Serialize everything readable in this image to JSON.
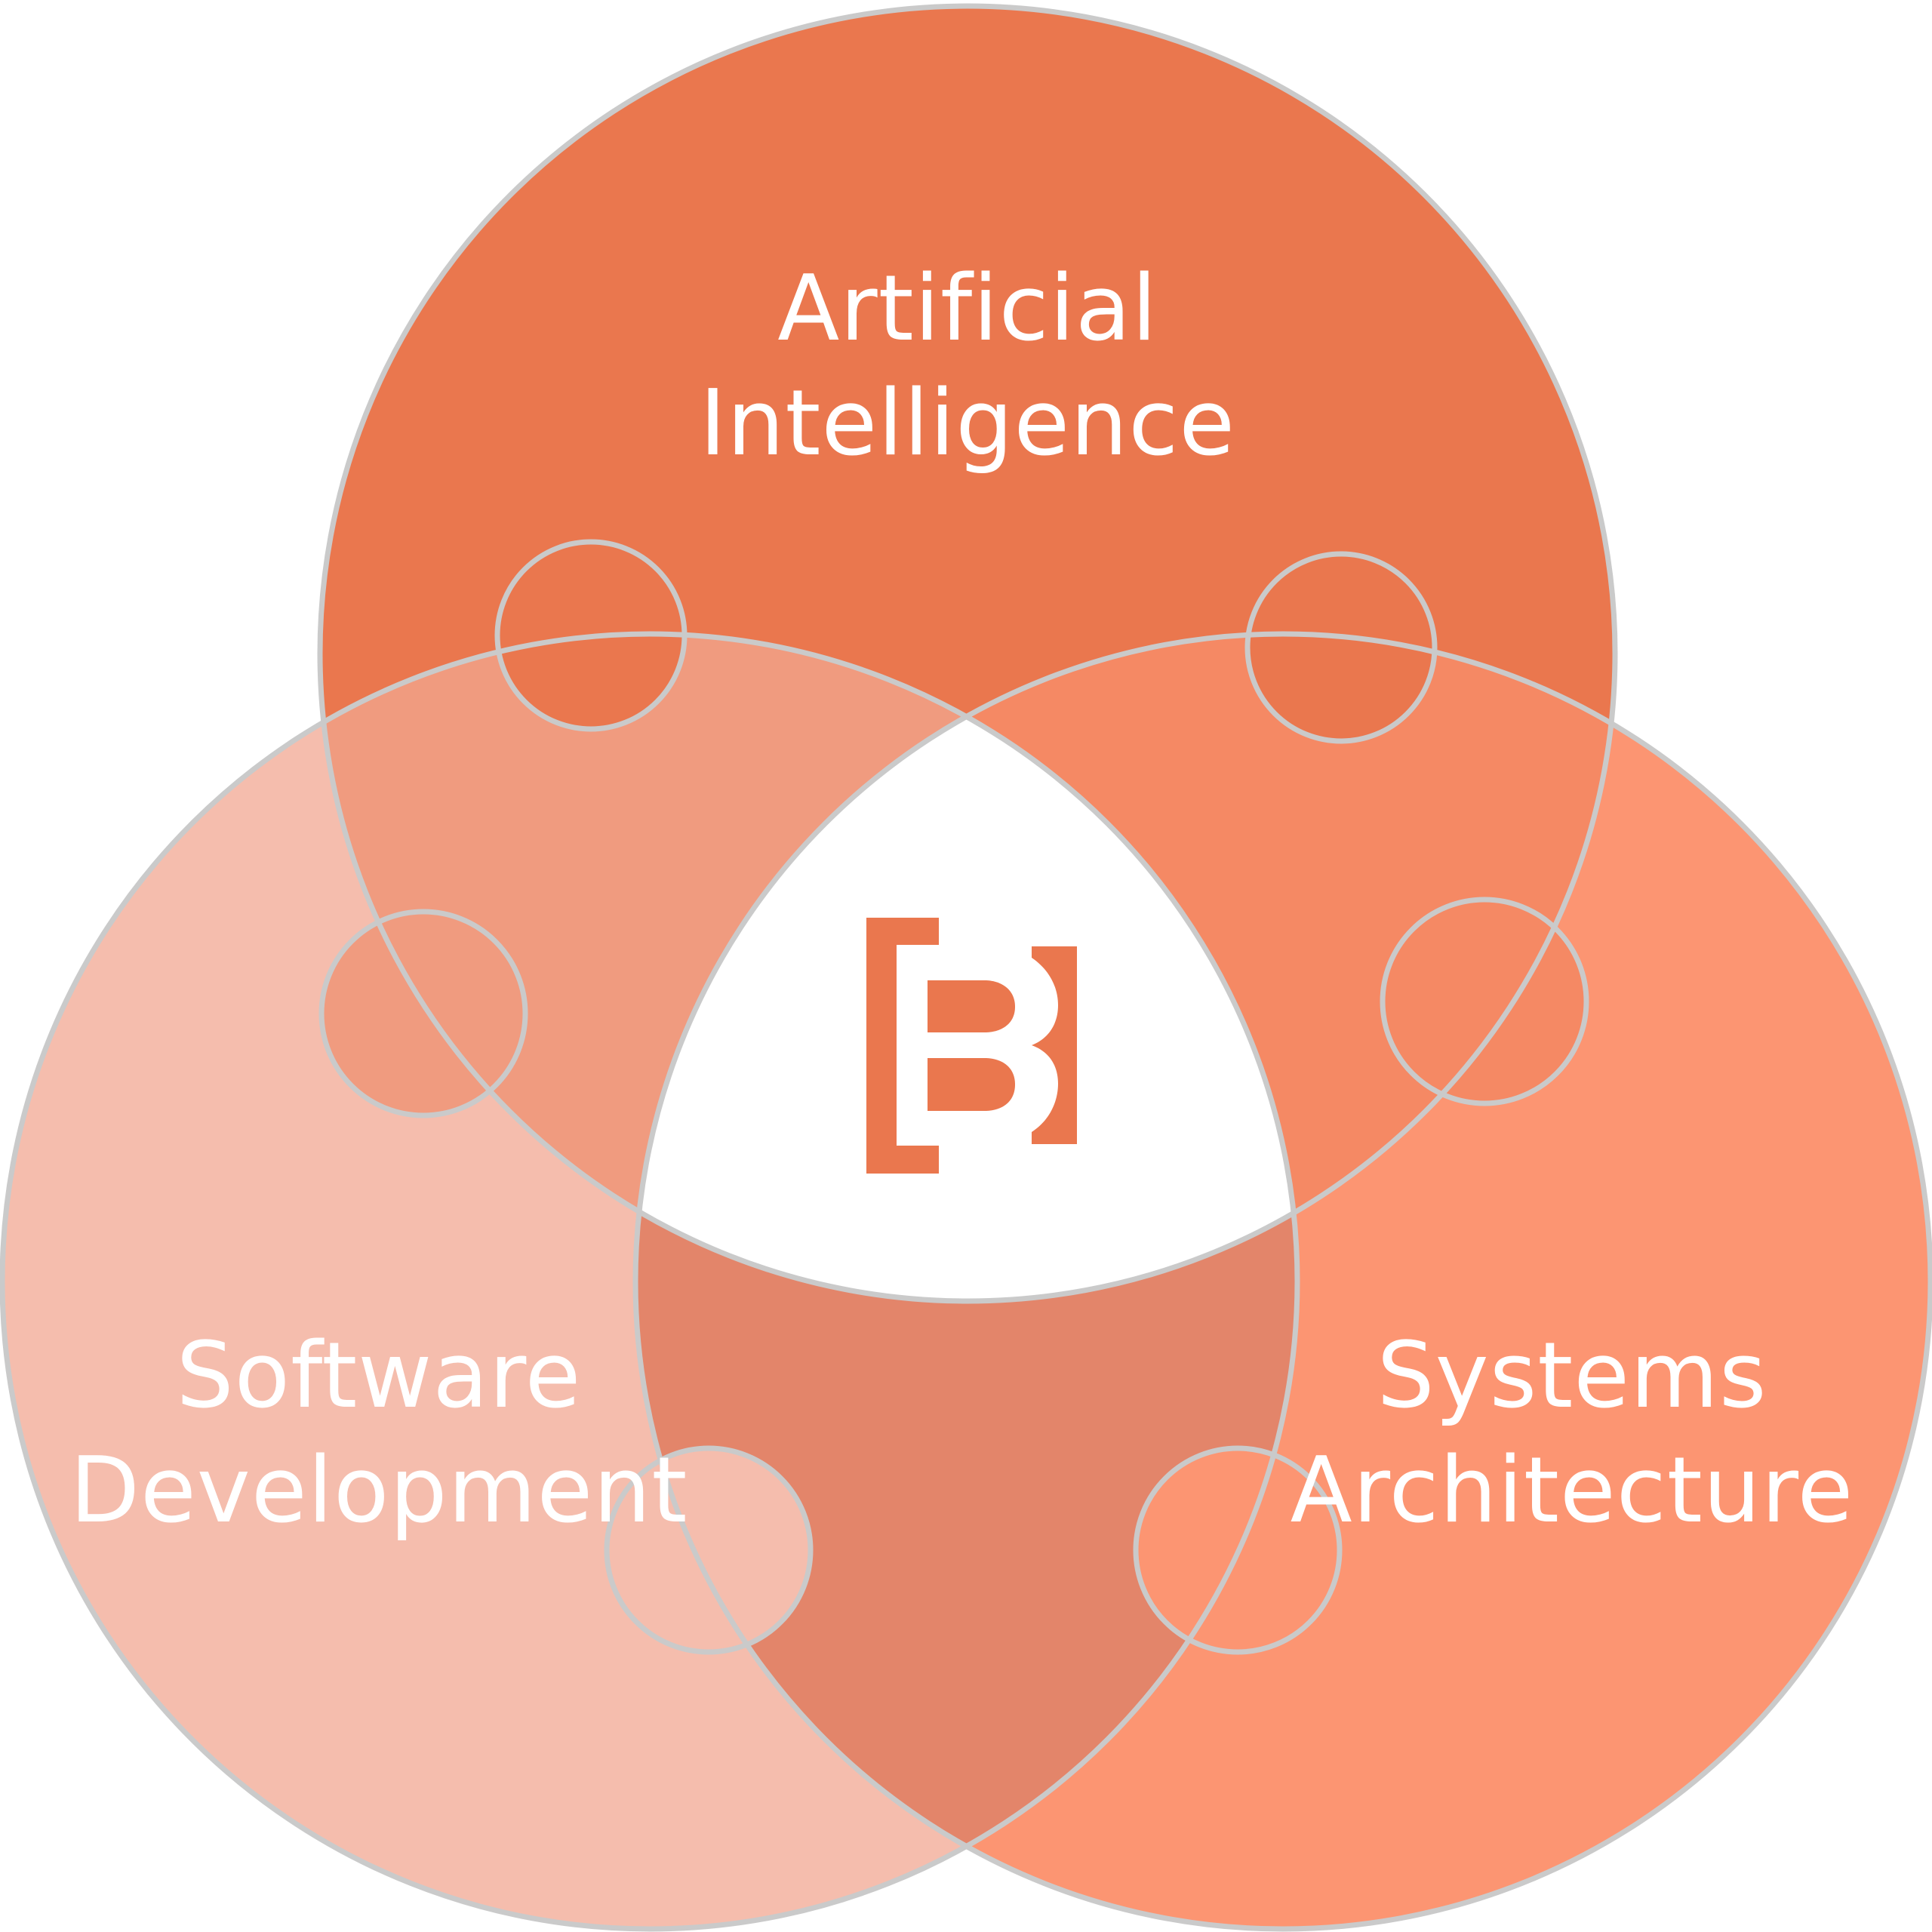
{
  "diagram": {
    "circles": [
      {
        "id": "ai",
        "lines": [
          "Artificial",
          "Intelligence"
        ],
        "color": "#EA774E"
      },
      {
        "id": "sd",
        "lines": [
          "Software",
          "Development"
        ],
        "color": "#F5BDAD"
      },
      {
        "id": "sa",
        "lines": [
          "Systems",
          "Architecture"
        ],
        "color": "#FC9572"
      }
    ],
    "overlaps": {
      "ai_sd": "#F09B7F",
      "ai_sa": "#F58964",
      "sd_sa": "#E3856A",
      "center": "#FFFFFF"
    },
    "outline_color": "#CACACA",
    "logo": {
      "icon": "bracket-b-logo-icon",
      "color": "#EA774E"
    }
  }
}
